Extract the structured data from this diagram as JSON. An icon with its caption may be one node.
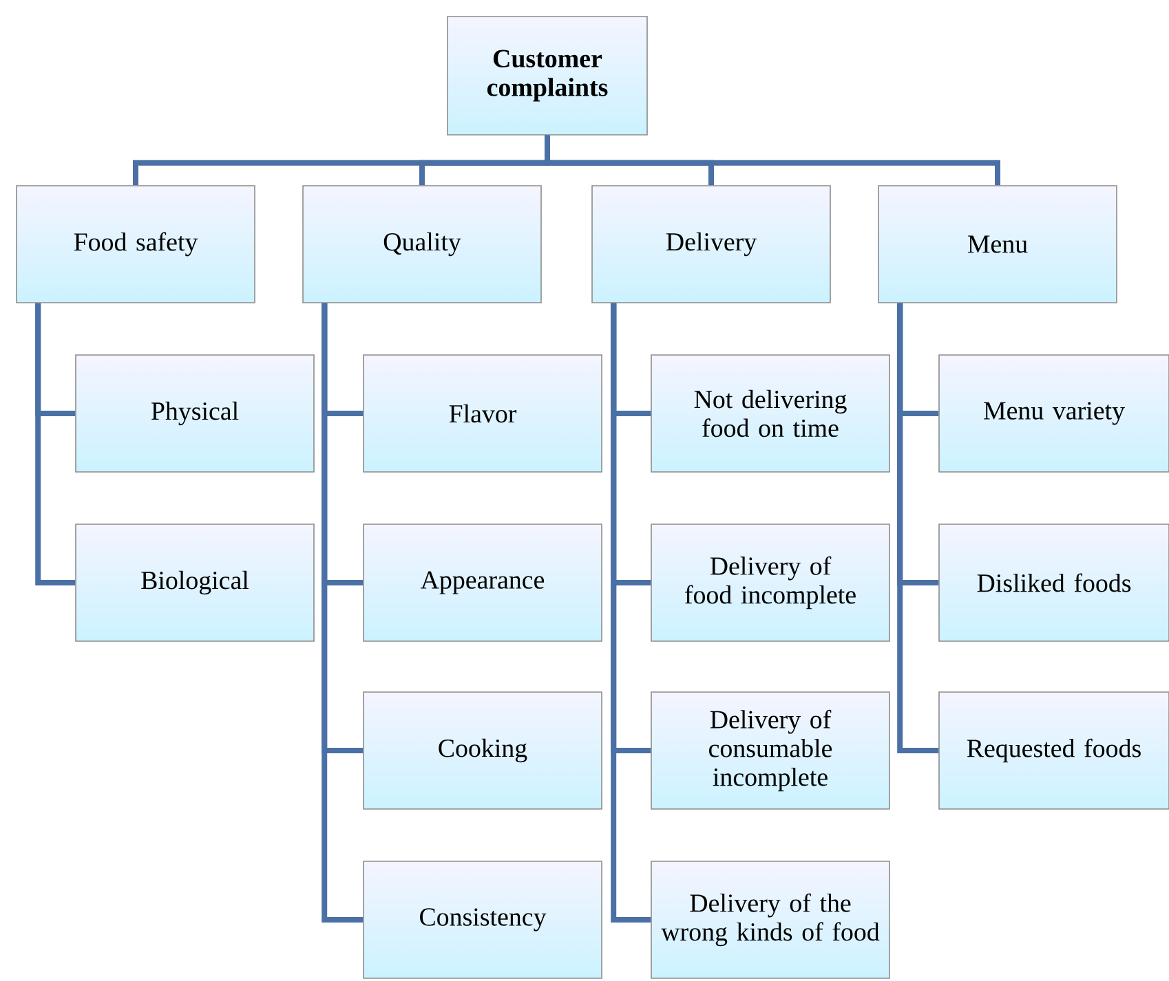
{
  "diagram": {
    "nodes": [
      {
        "text": [
          "Customer complaints"
        ]
      },
      {
        "text": [
          "Food safety"
        ]
      },
      {
        "text": [
          "Quality"
        ]
      },
      {
        "text": [
          "Delivery"
        ]
      },
      {
        "text": [
          "Menu"
        ]
      },
      {
        "text": [
          "Physical"
        ]
      },
      {
        "text": [
          "Biological"
        ]
      },
      {
        "text": [
          "Flavor"
        ]
      },
      {
        "text": [
          "Appearance"
        ]
      },
      {
        "text": [
          "Cooking"
        ]
      },
      {
        "text": [
          "Consistency"
        ]
      },
      {
        "text": [
          "Not delivering food on time"
        ]
      },
      {
        "text": [
          "Delivery of food incomplete"
        ]
      },
      {
        "text": [
          "Delivery of consumable incomplete"
        ]
      },
      {
        "text": [
          "Delivery of the wrong kinds of food"
        ]
      },
      {
        "text": [
          "Menu variety"
        ]
      },
      {
        "text": [
          "Disliked foods"
        ]
      },
      {
        "text": [
          "Requested foods"
        ]
      }
    ],
    "edges": [
      {
        "from": 0,
        "to": 1,
        "arrow": "none"
      },
      {
        "from": 0,
        "to": 2,
        "arrow": "none"
      },
      {
        "from": 0,
        "to": 3,
        "arrow": "none"
      },
      {
        "from": 0,
        "to": 4,
        "arrow": "none"
      },
      {
        "from": 1,
        "to": 5,
        "arrow": "none"
      },
      {
        "from": 1,
        "to": 6,
        "arrow": "none"
      },
      {
        "from": 2,
        "to": 7,
        "arrow": "none"
      },
      {
        "from": 2,
        "to": 8,
        "arrow": "none"
      },
      {
        "from": 2,
        "to": 9,
        "arrow": "none"
      },
      {
        "from": 2,
        "to": 10,
        "arrow": "none"
      },
      {
        "from": 3,
        "to": 11,
        "arrow": "none"
      },
      {
        "from": 3,
        "to": 12,
        "arrow": "none"
      },
      {
        "from": 3,
        "to": 13,
        "arrow": "none"
      },
      {
        "from": 3,
        "to": 14,
        "arrow": "none"
      },
      {
        "from": 4,
        "to": 15,
        "arrow": "none"
      },
      {
        "from": 4,
        "to": 16,
        "arrow": "none"
      },
      {
        "from": 4,
        "to": 17,
        "arrow": "none"
      }
    ]
  }
}
